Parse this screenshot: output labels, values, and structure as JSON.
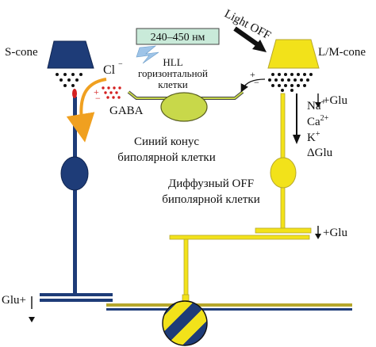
{
  "colors": {
    "s_cone": "#1e3c78",
    "lm_cone": "#f2e21a",
    "hll_cell": "#c8d84a",
    "hll_box": "#c9ead9",
    "yellow_line": "#b6a72c",
    "blue_line": "#1e3c78",
    "red": "#d42020",
    "orange": "#f0a020"
  },
  "labels": {
    "s_cone": "S-cone",
    "lm_cone": "L/M-cone",
    "light_off": "Light OFF",
    "wavelength": "240–450 нм",
    "cl": "Cl",
    "cl_charge": "−",
    "hll_line1": "HLL",
    "hll_line2": "горизонтальной",
    "hll_line3": "клетки",
    "gaba": "GABA",
    "plus_small": "+",
    "minus_small": "−",
    "plus_glu_top": "+Glu",
    "na": "Na",
    "na_sup": "+",
    "ca": "Ca",
    "ca_sup": "2+",
    "k": "K",
    "k_sup": "+",
    "dglu": "ΔGlu",
    "blue_bip_line1": "Синий конус",
    "blue_bip_line2": "биполярной клетки",
    "diffuse_line1": "Диффузный OFF",
    "diffuse_line2": "биполярной клетки",
    "plus_glu_bottom": "+Glu",
    "glu_plus": "Glu+"
  },
  "icons": {
    "up_arrow": "up-arrow-icon",
    "down_arrow": "down-arrow-icon",
    "lightning": "lightning-icon"
  }
}
